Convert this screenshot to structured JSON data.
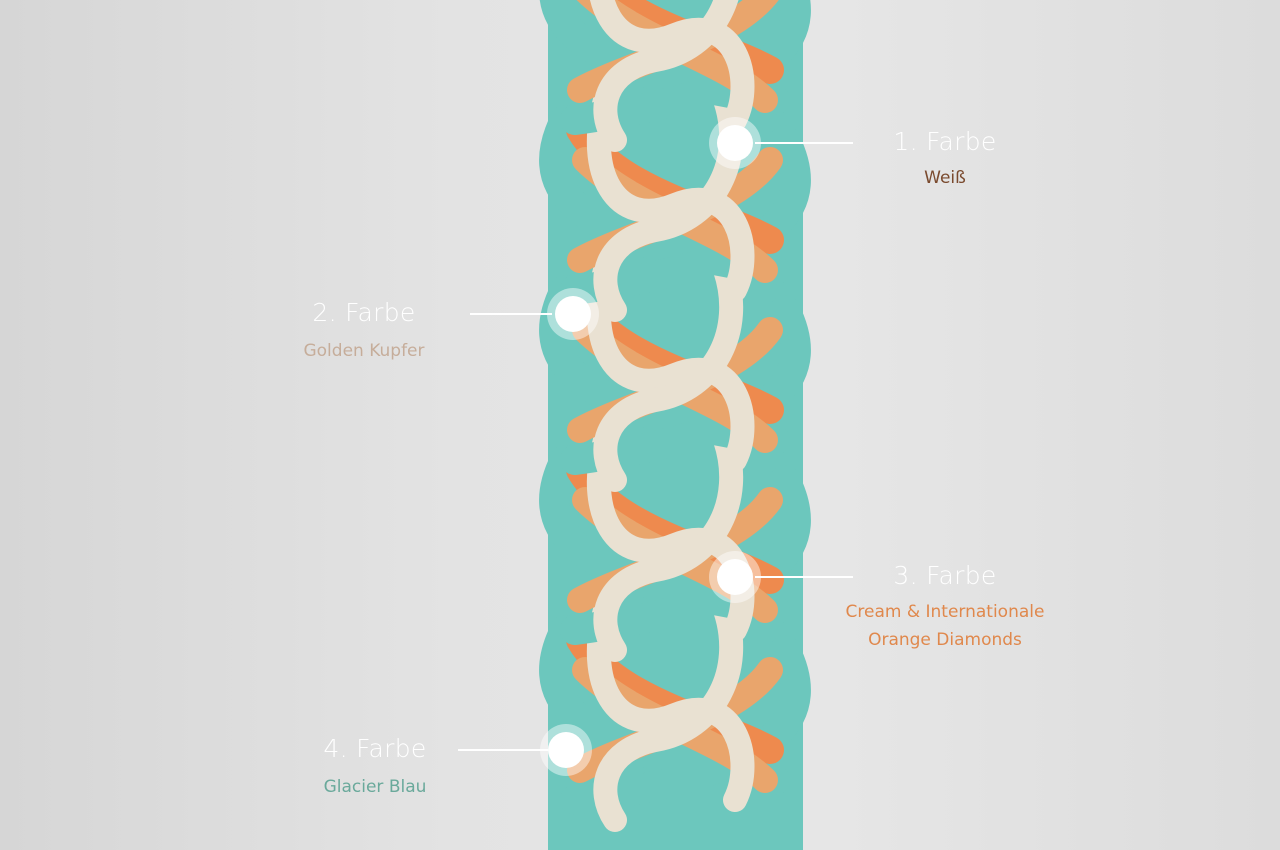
{
  "colors": {
    "teal": "#6cc7bd",
    "orange": "#e9a56c",
    "cream": "#e9e1d2",
    "diamond": "#ee8a4e",
    "background": "#e2e2e2"
  },
  "annotations": [
    {
      "title": "1. Farbe",
      "subtitle": "Weiß",
      "color": "#7a4a2e"
    },
    {
      "title": "2. Farbe",
      "subtitle": "Golden Kupfer",
      "color": "#c6ad9a"
    },
    {
      "title": "3. Farbe",
      "subtitle_lines": [
        "Cream & Internationale",
        "Orange Diamonds"
      ],
      "color": "#e0884c"
    },
    {
      "title": "4. Farbe",
      "subtitle": "Glacier Blau",
      "color": "#6aa99b"
    }
  ]
}
